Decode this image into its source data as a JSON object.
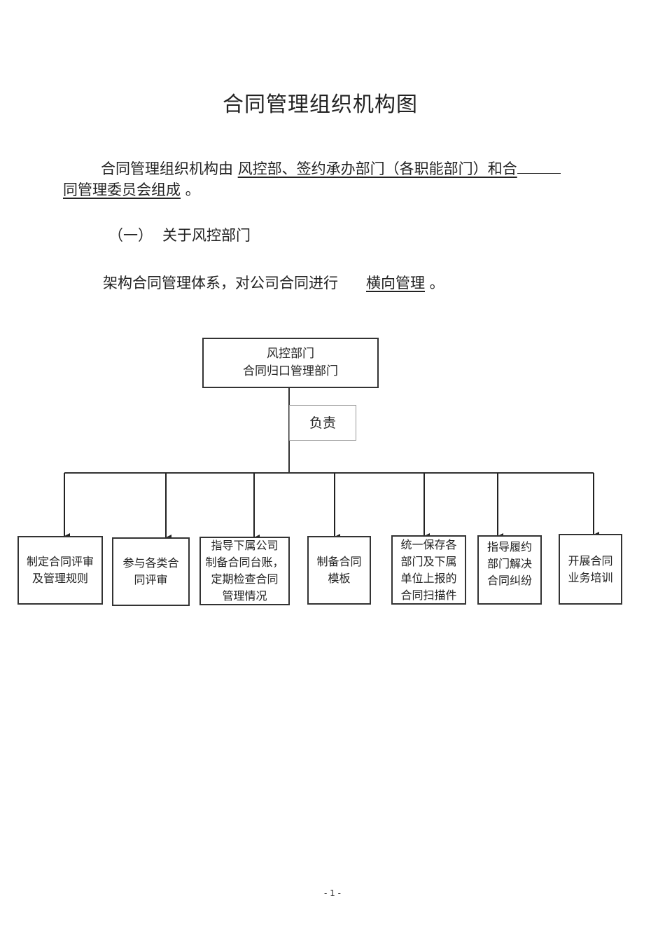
{
  "title": "合同管理组织机构图",
  "intro": {
    "line1_prefix": "合同管理组织机构由 ",
    "line1_underlined": "风控部、签约承办部门（各职能部门）和合",
    "line2_underlined": "同管理委员会组成",
    "line2_suffix": " 。"
  },
  "section_heading": {
    "number": "（一）",
    "label": "关于风控部门"
  },
  "statement": {
    "prefix": "架构合同管理体系，对公司合同进行",
    "underlined": "横向管理",
    "suffix": " 。"
  },
  "org_chart": {
    "root": {
      "line1": "风控部门",
      "line2": "合同归口管理部门"
    },
    "relation_label": "负责",
    "children": [
      {
        "lines": [
          "制定合同评审",
          "及管理规则"
        ]
      },
      {
        "lines": [
          "参与各类合",
          "同评审"
        ]
      },
      {
        "lines": [
          "指导下属公司",
          "制备合同台账，",
          "定期检查合同",
          "管理情况"
        ]
      },
      {
        "lines": [
          "制备合同",
          "模板"
        ]
      },
      {
        "lines": [
          "统一保存各",
          "部门及下属",
          "单位上报的",
          "合同扫描件"
        ]
      },
      {
        "lines": [
          "指导履约",
          "部门解决",
          "合同纠纷"
        ]
      },
      {
        "lines": [
          "开展合同",
          "业务培训"
        ]
      }
    ]
  },
  "footer": {
    "page_number": "- 1 -"
  }
}
